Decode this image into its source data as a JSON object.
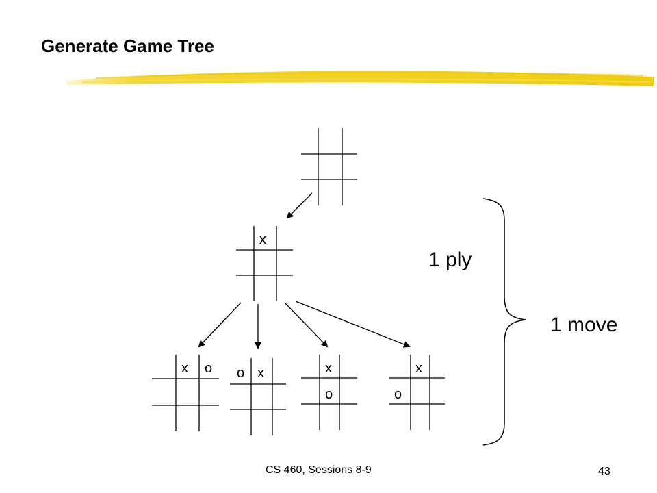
{
  "slide": {
    "title": "Generate Game Tree",
    "footer": "CS 460,  Sessions 8-9",
    "page_number": "43",
    "accent_color": "#f2d21b"
  },
  "tree": {
    "root": {
      "marks": []
    },
    "level1": {
      "marks": [
        "x"
      ]
    },
    "level2": [
      {
        "marks": [
          "x",
          "o"
        ]
      },
      {
        "marks": [
          "o",
          "x"
        ]
      },
      {
        "marks": [
          "x",
          "o"
        ]
      },
      {
        "marks": [
          "x",
          "o"
        ]
      }
    ]
  },
  "labels": {
    "ply": "1 ply",
    "move": "1 move"
  }
}
